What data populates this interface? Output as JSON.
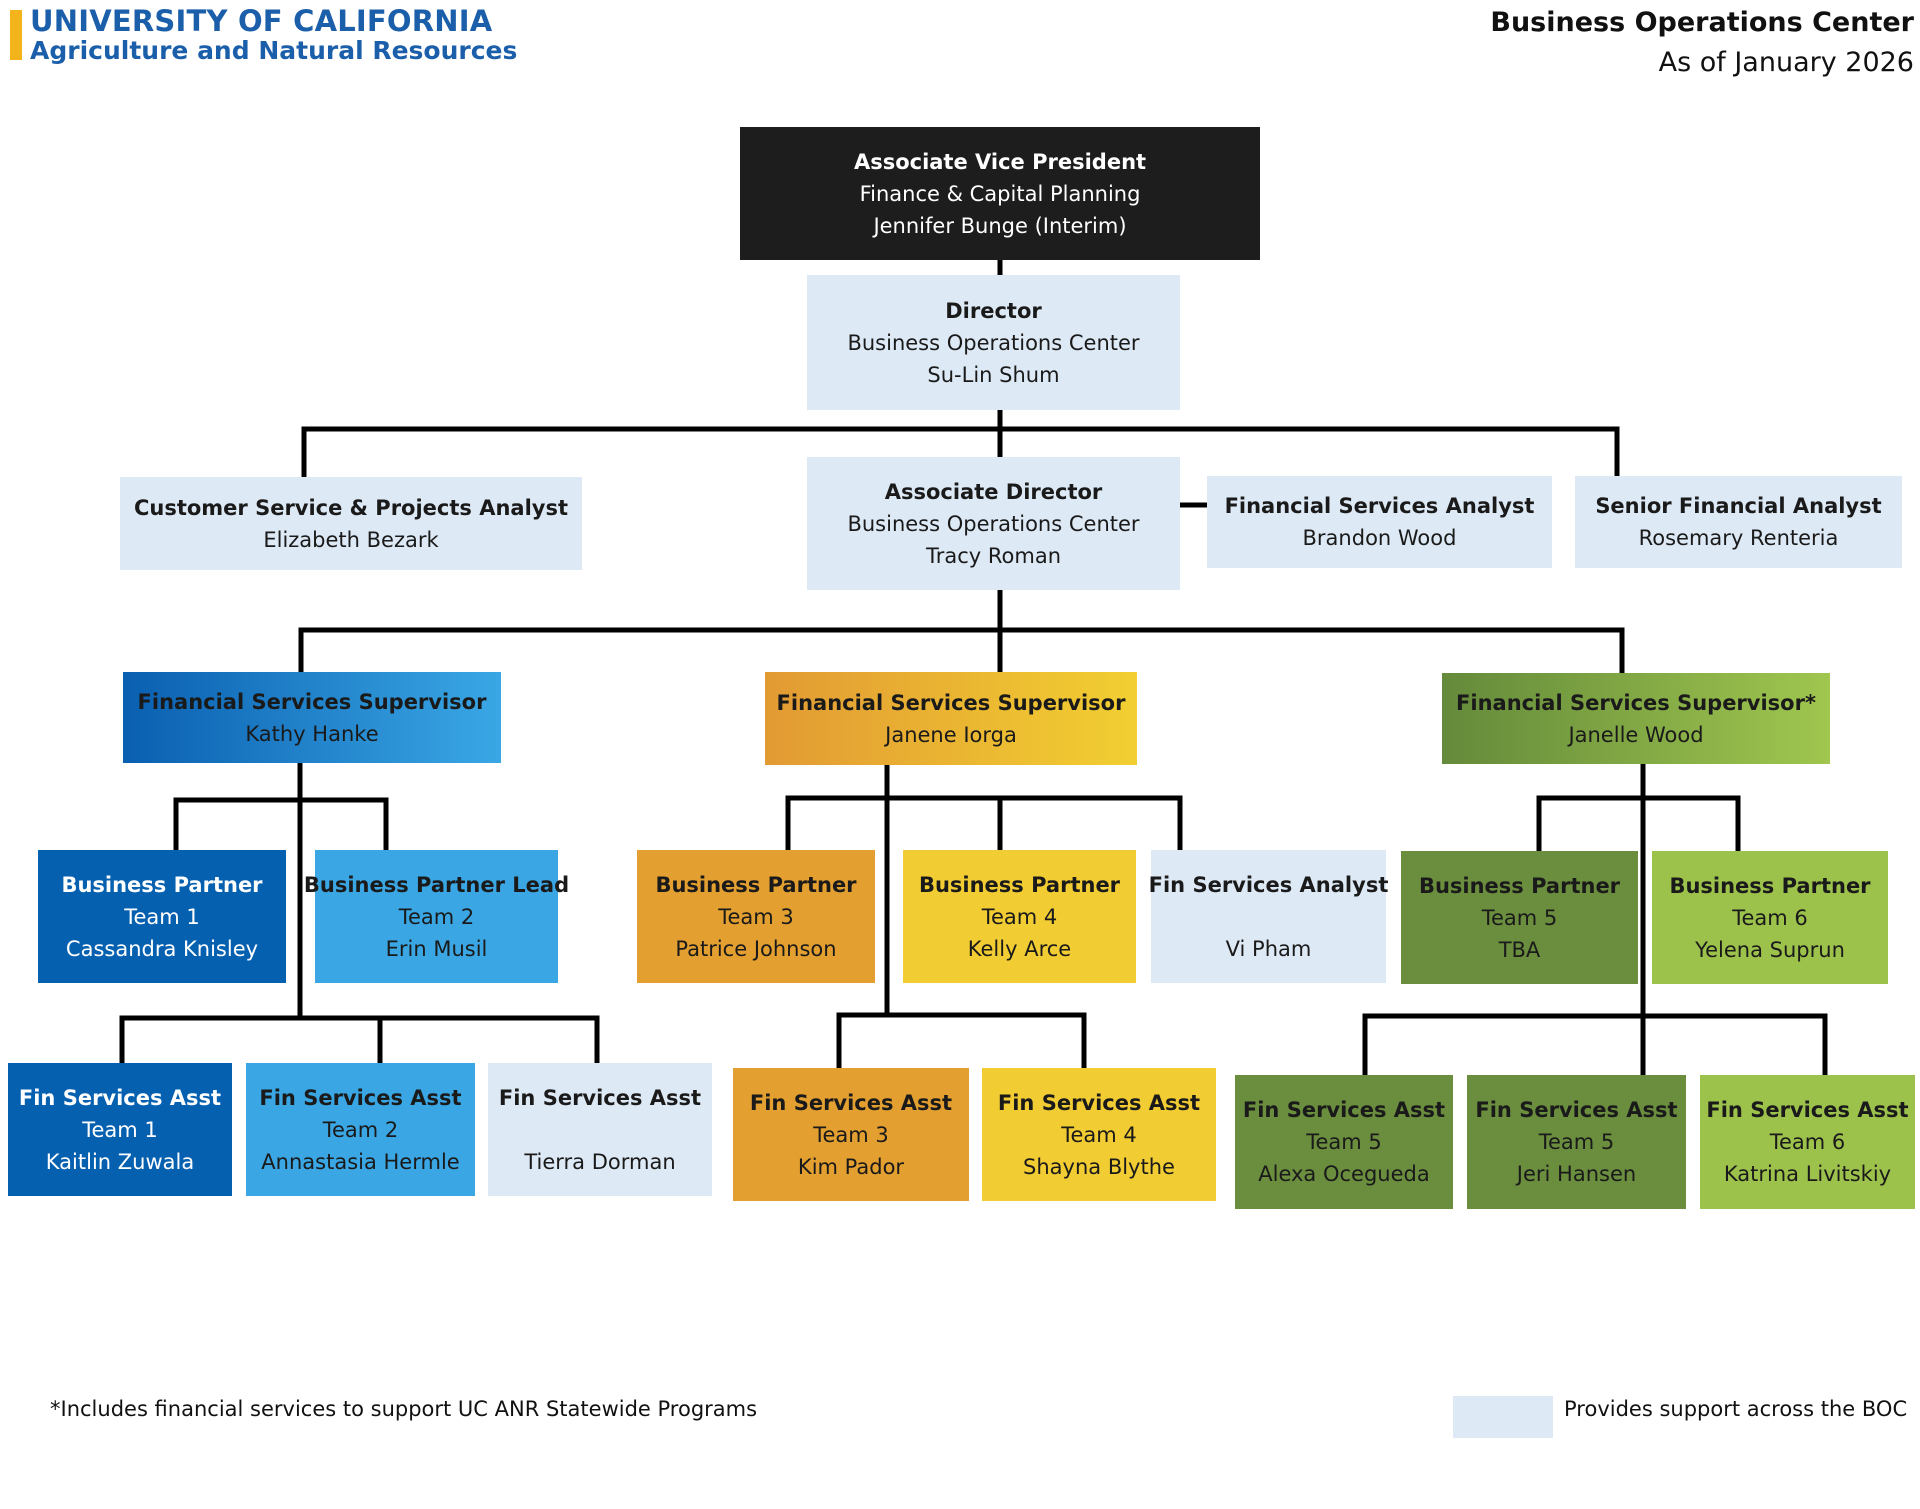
{
  "header": {
    "logo_line1": "UNIVERSITY OF CALIFORNIA",
    "logo_line2": "Agriculture and Natural Resources",
    "title": "Business Operations Center",
    "date": "As of January 2026"
  },
  "nodes": {
    "avp": {
      "title": "Associate Vice President",
      "line2": "Finance & Capital Planning",
      "line3": "Jennifer Bunge (Interim)"
    },
    "director": {
      "title": "Director",
      "line2": "Business Operations Center",
      "line3": "Su-Lin Shum"
    },
    "cs_analyst": {
      "title": "Customer Service & Projects Analyst",
      "line2": "Elizabeth Bezark"
    },
    "assoc_director": {
      "title": "Associate Director",
      "line2": "Business Operations Center",
      "line3": "Tracy Roman"
    },
    "fs_analyst": {
      "title": "Financial Services Analyst",
      "line2": "Brandon Wood"
    },
    "senior_analyst": {
      "title": "Senior Financial Analyst",
      "line2": "Rosemary Renteria"
    },
    "sup_blue": {
      "title": "Financial Services Supervisor",
      "line2": "Kathy Hanke"
    },
    "sup_orange": {
      "title": "Financial Services Supervisor",
      "line2": "Janene Iorga"
    },
    "sup_green": {
      "title": "Financial Services Supervisor*",
      "line2": "Janelle Wood"
    },
    "bp1": {
      "title": "Business Partner",
      "line2": "Team 1",
      "line3": "Cassandra Knisley"
    },
    "bp2": {
      "title": "Business Partner Lead",
      "line2": "Team 2",
      "line3": "Erin Musil"
    },
    "bp3": {
      "title": "Business Partner",
      "line2": "Team 3",
      "line3": "Patrice Johnson"
    },
    "bp4": {
      "title": "Business Partner",
      "line2": "Team 4",
      "line3": "Kelly Arce"
    },
    "fsa_vi": {
      "title": "Fin Services Analyst",
      "line3": "Vi Pham"
    },
    "bp5": {
      "title": "Business Partner",
      "line2": "Team 5",
      "line3": "TBA"
    },
    "bp6": {
      "title": "Business Partner",
      "line2": "Team 6",
      "line3": "Yelena Suprun"
    },
    "asst1": {
      "title": "Fin Services Asst",
      "line2": "Team 1",
      "line3": "Kaitlin Zuwala"
    },
    "asst2": {
      "title": "Fin Services Asst",
      "line2": "Team 2",
      "line3": "Annastasia Hermle"
    },
    "asst_tierra": {
      "title": "Fin Services Asst",
      "line3": "Tierra Dorman"
    },
    "asst3": {
      "title": "Fin Services Asst",
      "line2": "Team 3",
      "line3": "Kim Pador"
    },
    "asst4": {
      "title": "Fin Services Asst",
      "line2": "Team 4",
      "line3": "Shayna Blythe"
    },
    "asst5a": {
      "title": "Fin Services Asst",
      "line2": "Team 5",
      "line3": "Alexa Ocegueda"
    },
    "asst5b": {
      "title": "Fin Services Asst",
      "line2": "Team 5",
      "line3": "Jeri Hansen"
    },
    "asst6": {
      "title": "Fin Services Asst",
      "line2": "Team 6",
      "line3": "Katrina Livitskiy"
    }
  },
  "footer": {
    "footnote": "*Includes financial services to support UC ANR Statewide Programs",
    "legend_label": "Provides support across the BOC"
  },
  "colors": {
    "black": "#1d1d1d",
    "light_support": "#dde9f5",
    "blue_dark": "#0660b0",
    "blue_light": "#3aa6e4",
    "orange": "#e39f30",
    "yellow": "#f2cc33",
    "green_dark": "#6a8e3e",
    "green_light": "#9cc24c",
    "logo_blue": "#1b5faa",
    "logo_gold": "#f2b41a"
  }
}
